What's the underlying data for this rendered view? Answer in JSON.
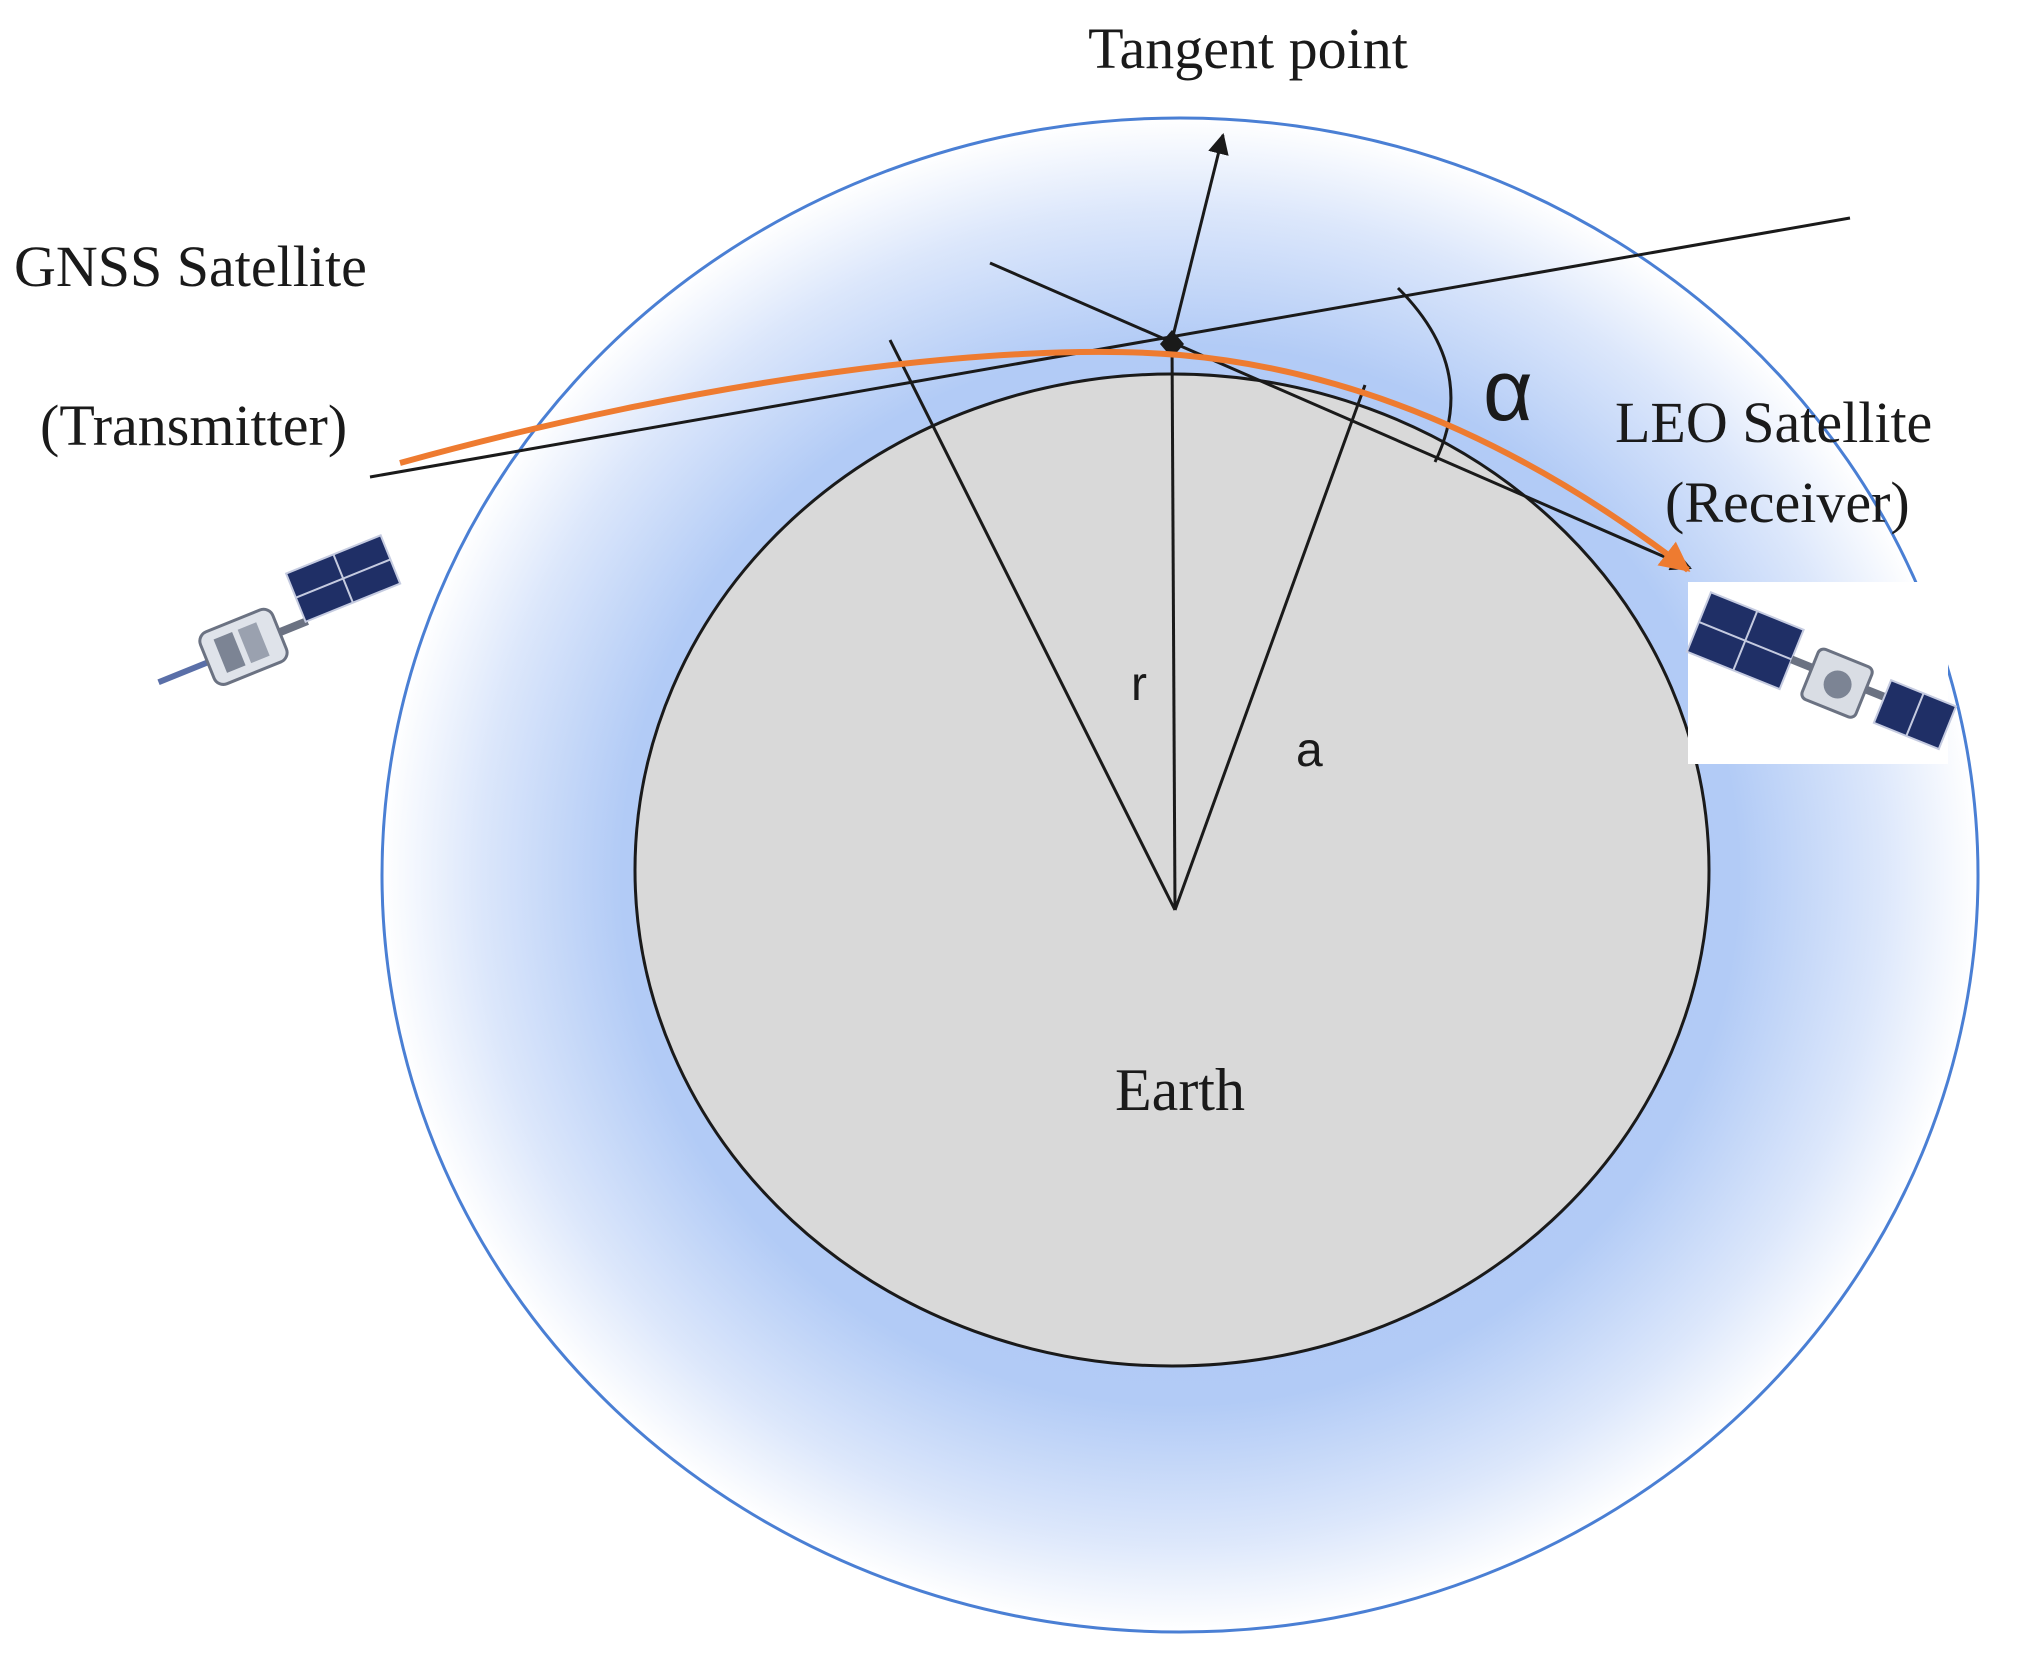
{
  "labels": {
    "tangent_point": "Tangent point",
    "gnss_satellite": "GNSS Satellite",
    "transmitter": "(Transmitter)",
    "leo_satellite": "LEO Satellite",
    "receiver": "(Receiver)",
    "alpha": "α",
    "r": "r",
    "a": "a",
    "earth": "Earth"
  },
  "colors": {
    "atmosphere_edge": "#4a7fd4",
    "atmosphere_inner": "#a9c4f5",
    "earth_fill": "#d9d9d9",
    "ray_path": "#ee7b30",
    "lines": "#1a1a1a"
  },
  "icons": {
    "transmitter": "gnss-satellite-icon",
    "receiver": "leo-satellite-icon"
  }
}
